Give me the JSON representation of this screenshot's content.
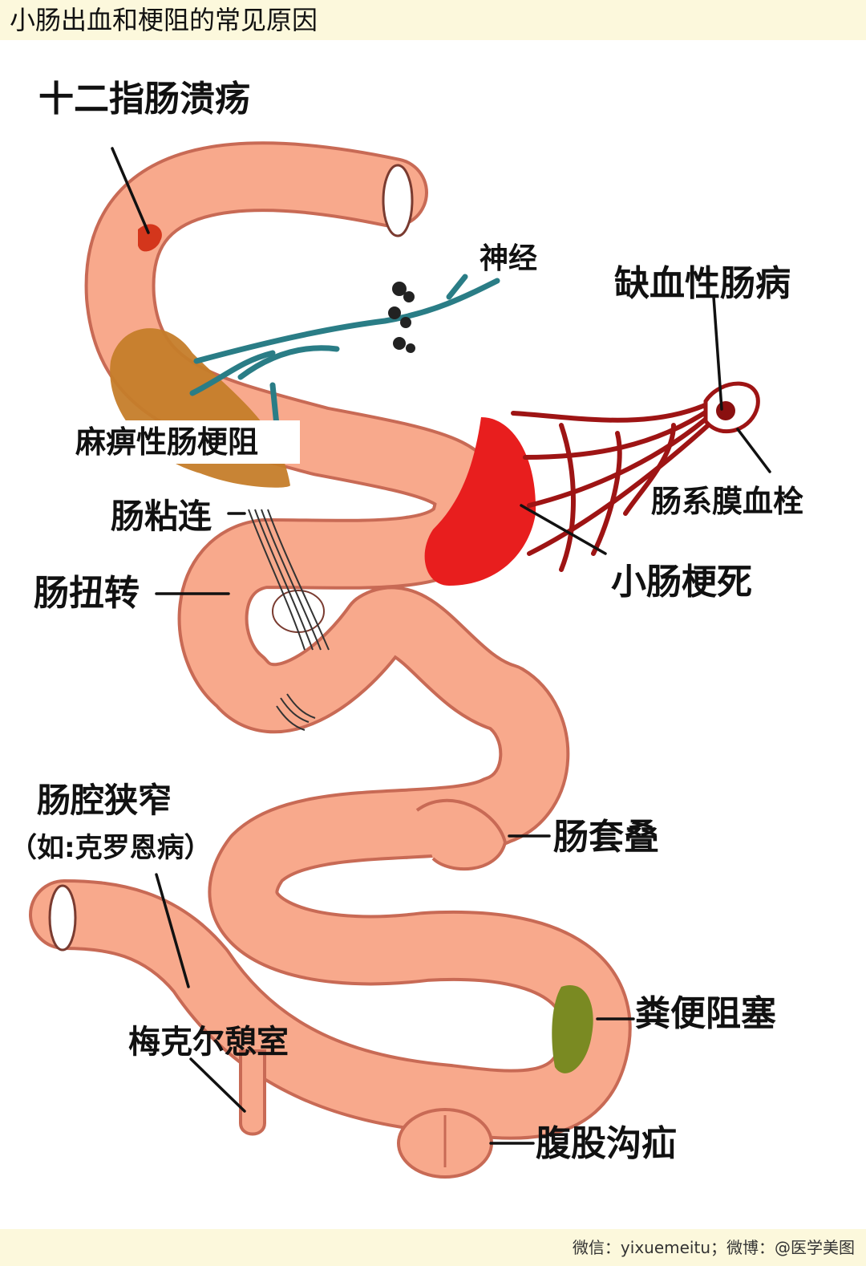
{
  "header": {
    "title": "小肠出血和梗阻的常见原因"
  },
  "diagram": {
    "labels": {
      "duodenal_ulcer": "十二指肠溃疡",
      "nerve": "神经",
      "ischemic_bowel_disease": "缺血性肠病",
      "paralytic_ileus": "麻痹性肠梗阻",
      "mesenteric_thrombosis": "肠系膜血栓",
      "intestinal_adhesion": "肠粘连",
      "small_bowel_necrosis": "小肠梗死",
      "volvulus": "肠扭转",
      "stricture_line1": "肠腔狭窄",
      "stricture_line2": "（如:克罗恩病）",
      "intussusception": "肠套叠",
      "meckel_diverticulum": "梅克尔憩室",
      "fecal_impaction": "粪便阻塞",
      "inguinal_hernia": "腹股沟疝"
    },
    "colors": {
      "intestine": "#f8a98c",
      "intestine_outline": "#c86a55",
      "nerve": "#2a7d86",
      "paralytic_zone": "#c57d2a",
      "infarct": "#e81e1e",
      "vessel": "#9e1414",
      "ulcer": "#d4361c",
      "impaction": "#7a8a22",
      "background": "#ffffff",
      "banner": "#fcf8dc"
    }
  },
  "footer": {
    "credit": "微信：yixuemeitu；微博：@医学美图"
  }
}
